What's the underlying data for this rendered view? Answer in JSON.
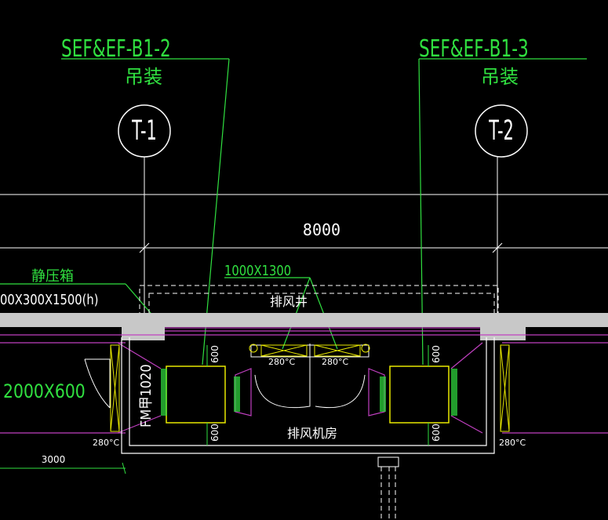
{
  "colors": {
    "background": "#000000",
    "green": "#30e040",
    "white": "#ffffff",
    "magenta": "#c040c0",
    "yellow": "#e8e800",
    "wall": "#c8c8c8"
  },
  "callouts": [
    {
      "code": "SEF&EF-B1-2",
      "note": "吊装"
    },
    {
      "code": "SEF&EF-B1-3",
      "note": "吊装"
    }
  ],
  "axes": [
    {
      "label": "T-1"
    },
    {
      "label": "T-2"
    }
  ],
  "dimension_main": "8000",
  "dimension_left": "3000",
  "duct_size": "1000X1300",
  "plenum_label": "静压箱",
  "plenum_size": "00X300X1500(h)",
  "left_duct_size": "2000X600",
  "shaft_label": "排风井",
  "room_label": "排风机房",
  "door_label": "FM甲1020",
  "damper_temp": "280°C",
  "clearance": "600",
  "icons": [
    "hinged-door-icon",
    "damper-icon",
    "fan-icon",
    "flexible-connector-icon"
  ]
}
